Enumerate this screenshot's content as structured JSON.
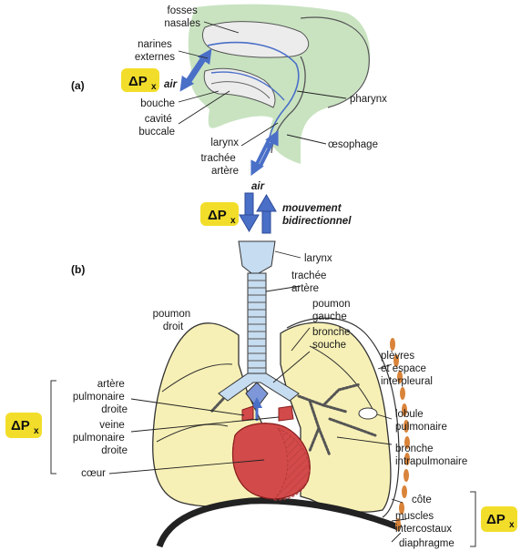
{
  "panels": {
    "a": "(a)",
    "b": "(b)"
  },
  "badge": {
    "delta": "ΔP",
    "sub": "x"
  },
  "labels": {
    "fosses_nasales": [
      "fosses",
      "nasales"
    ],
    "narines_externes": [
      "narines",
      "externes"
    ],
    "air_a": "air",
    "bouche": "bouche",
    "cavite_buccale": [
      "cavité",
      "buccale"
    ],
    "pharynx": "pharynx",
    "larynx_a": "larynx",
    "trachee_a": [
      "trachée",
      "artère"
    ],
    "oesophage": "œsophage",
    "air_b": "air",
    "mouvement": [
      "mouvement",
      "bidirectionnel"
    ],
    "larynx_b": "larynx",
    "trachee_b": [
      "trachée",
      "artère"
    ],
    "poumon_droit": [
      "poumon",
      "droit"
    ],
    "poumon_gauche": [
      "poumon",
      "gauche"
    ],
    "bronche_souche": [
      "bronche",
      "souche"
    ],
    "plevres": [
      "plèvres",
      "et espace",
      "interpleural"
    ],
    "artere_pulm": [
      "artère",
      "pulmonaire",
      "droite"
    ],
    "veine_pulm": [
      "veine",
      "pulmonaire",
      "droite"
    ],
    "lobule": [
      "lobule",
      "pulmonaire"
    ],
    "bronche_intra": [
      "bronche",
      "intrapulmonaire"
    ],
    "coeur": "cœur",
    "cote": "côte",
    "muscles": [
      "muscles",
      "intercostaux"
    ],
    "diaphragme": "diaphragme"
  }
}
